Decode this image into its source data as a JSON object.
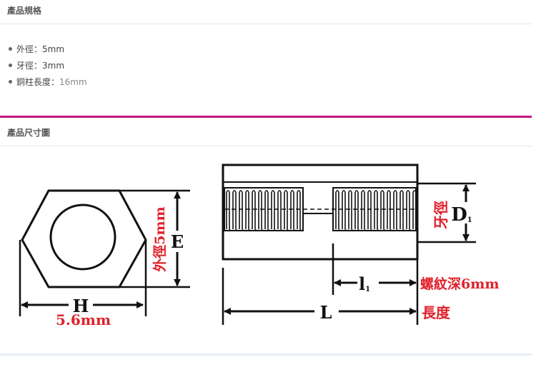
{
  "spec_section": {
    "title": "產品規格",
    "items": [
      {
        "label": "外徑",
        "separator": "：",
        "value": "5mm"
      },
      {
        "label": "牙徑",
        "separator": "：",
        "value": "3mm"
      },
      {
        "label": "銅柱長度",
        "separator": "：",
        "value": "16mm"
      }
    ]
  },
  "dimension_section": {
    "title": "產品尺寸圖"
  },
  "diagram": {
    "label_H": "H",
    "label_E": "E",
    "label_D": "D",
    "label_D_sub": "1",
    "label_l": "l",
    "label_l_sub": "1",
    "label_L": "L",
    "width_value": "5.6mm",
    "outer_diameter": "外徑5mm",
    "thread_diameter": "牙徑",
    "thread_depth": "螺紋深6mm",
    "length": "長度",
    "colors": {
      "annotation_red": "#e0202a",
      "line": "#111111"
    }
  },
  "colors": {
    "accent_pink": "#c4167e",
    "divider": "#e6e6e6"
  }
}
